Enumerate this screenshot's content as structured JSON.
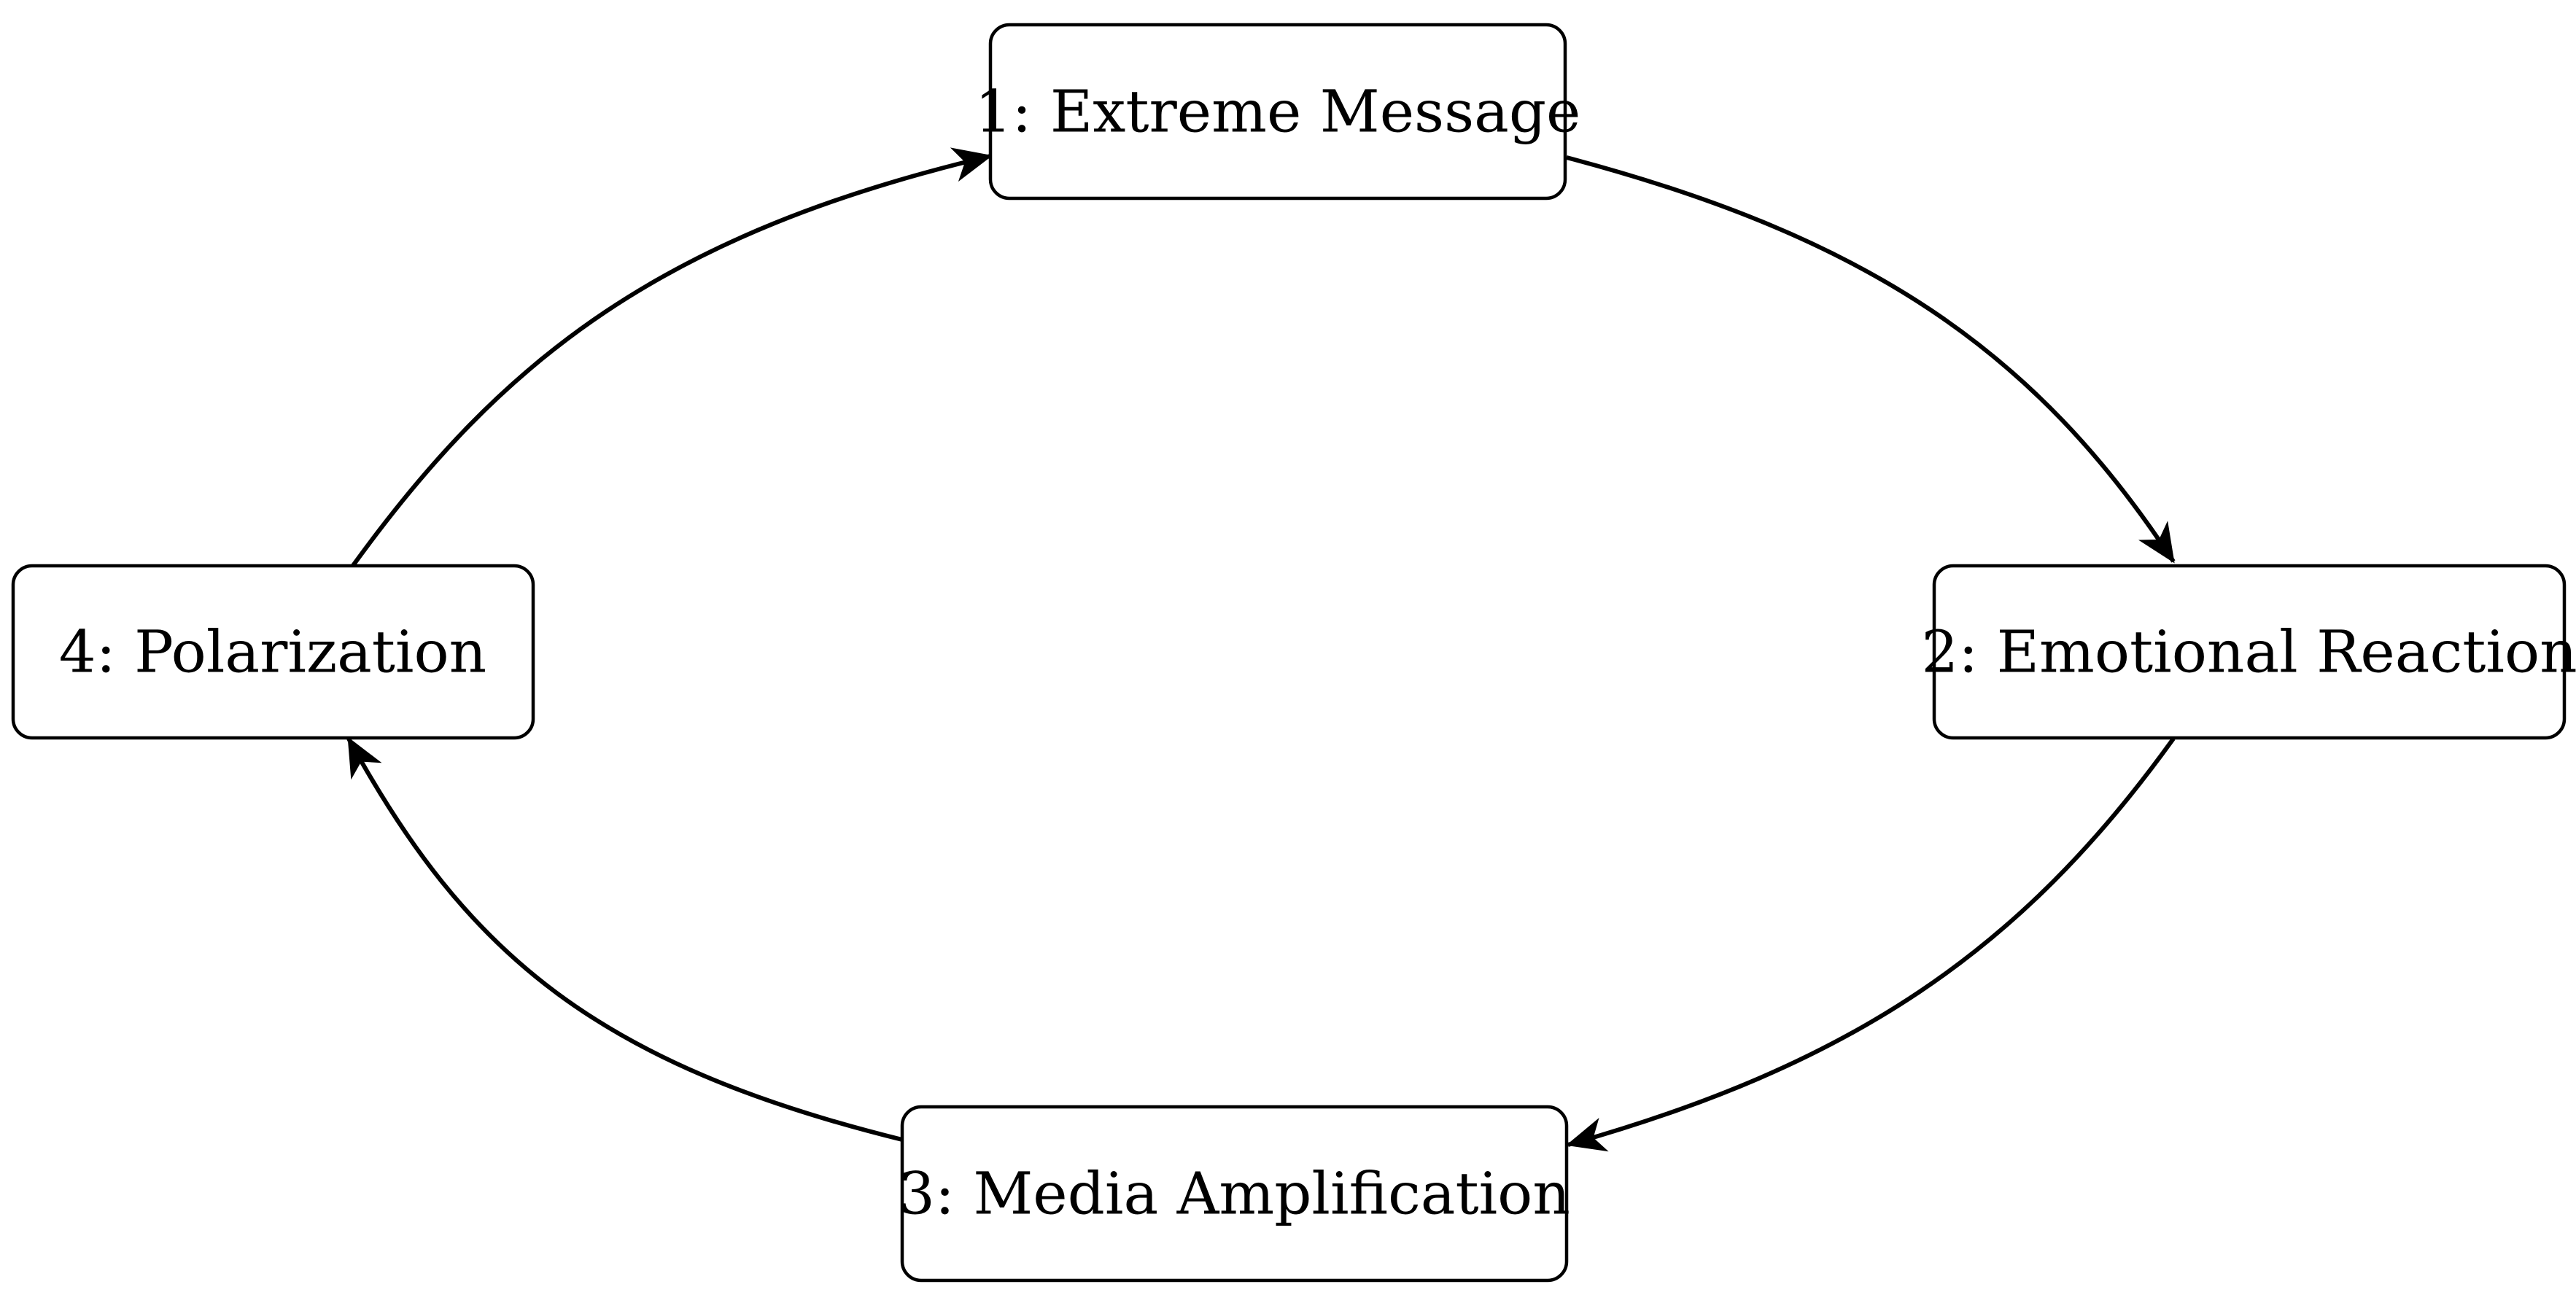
{
  "nodes": [
    {
      "id": "extreme-message",
      "label": "1: Extreme Message"
    },
    {
      "id": "emotional-reaction",
      "label": "2: Emotional Reaction"
    },
    {
      "id": "media-amplification",
      "label": "3: Media Amplification"
    },
    {
      "id": "polarization",
      "label": "4: Polarization"
    }
  ],
  "edges": [
    {
      "from": "extreme-message",
      "to": "emotional-reaction"
    },
    {
      "from": "emotional-reaction",
      "to": "media-amplification"
    },
    {
      "from": "media-amplification",
      "to": "polarization"
    },
    {
      "from": "polarization",
      "to": "extreme-message"
    }
  ],
  "colors": {
    "stroke": "#000000",
    "fill": "#ffffff",
    "background": "#ffffff"
  }
}
